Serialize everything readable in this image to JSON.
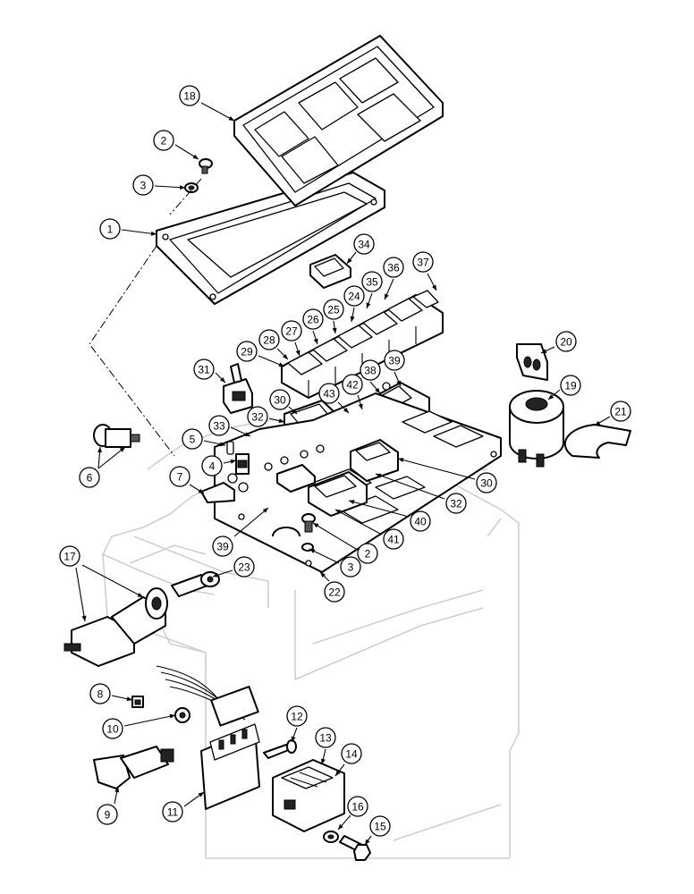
{
  "diagram": {
    "type": "exploded-parts-view",
    "callout_labels": [
      "1",
      "2",
      "3",
      "4",
      "5",
      "6",
      "7",
      "8",
      "9",
      "10",
      "11",
      "12",
      "13",
      "14",
      "15",
      "16",
      "17",
      "18",
      "19",
      "20",
      "21",
      "22",
      "23",
      "24",
      "25",
      "26",
      "27",
      "28",
      "29",
      "30",
      "31",
      "32",
      "33",
      "34",
      "35",
      "36",
      "37",
      "38",
      "39",
      "40",
      "41",
      "42",
      "43"
    ],
    "callouts": [
      {
        "label": "18"
      },
      {
        "label": "2"
      },
      {
        "label": "3"
      },
      {
        "label": "1"
      },
      {
        "label": "34"
      },
      {
        "label": "36"
      },
      {
        "label": "37"
      },
      {
        "label": "35"
      },
      {
        "label": "24"
      },
      {
        "label": "26"
      },
      {
        "label": "25"
      },
      {
        "label": "27"
      },
      {
        "label": "28"
      },
      {
        "label": "29"
      },
      {
        "label": "20"
      },
      {
        "label": "31"
      },
      {
        "label": "39"
      },
      {
        "label": "38"
      },
      {
        "label": "42"
      },
      {
        "label": "43"
      },
      {
        "label": "19"
      },
      {
        "label": "30"
      },
      {
        "label": "21"
      },
      {
        "label": "32"
      },
      {
        "label": "33"
      },
      {
        "label": "5"
      },
      {
        "label": "6"
      },
      {
        "label": "4"
      },
      {
        "label": "7"
      },
      {
        "label": "30"
      },
      {
        "label": "32"
      },
      {
        "label": "40"
      },
      {
        "label": "41"
      },
      {
        "label": "2"
      },
      {
        "label": "3"
      },
      {
        "label": "39"
      },
      {
        "label": "17"
      },
      {
        "label": "23"
      },
      {
        "label": "22"
      },
      {
        "label": "8"
      },
      {
        "label": "10"
      },
      {
        "label": "12"
      },
      {
        "label": "13"
      },
      {
        "label": "14"
      },
      {
        "label": "9"
      },
      {
        "label": "11"
      },
      {
        "label": "16"
      },
      {
        "label": "15"
      }
    ]
  }
}
